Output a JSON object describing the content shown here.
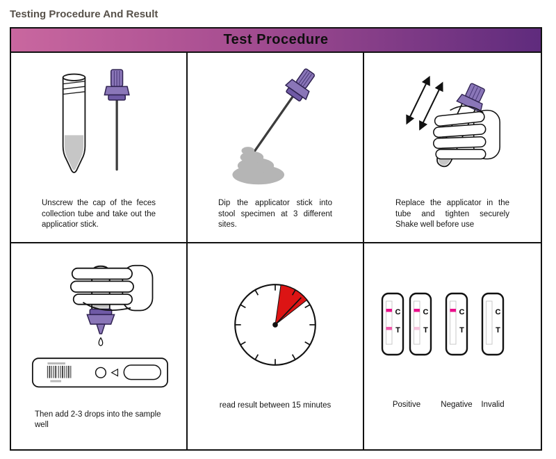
{
  "page": {
    "title": "Testing Procedure And Result"
  },
  "procedure": {
    "header": "Test Procedure",
    "steps": [
      {
        "id": "unscrew-cap",
        "caption": "Unscrew the cap of the feces collection tube and take out the applicatior stick."
      },
      {
        "id": "dip-applicator",
        "caption": "Dip the applicator stick into stool specimen at 3 different sites."
      },
      {
        "id": "replace-and-shake",
        "caption": "Replace the applicator in the tube and tighten securely Shake well before use"
      },
      {
        "id": "add-drops",
        "caption": "Then add 2-3 drops into the sample well"
      },
      {
        "id": "read-result",
        "caption": "read result between 15 minutes"
      },
      {
        "id": "interpret-result",
        "result_labels": [
          "Positive",
          "Negative",
          "Invalid"
        ]
      }
    ],
    "cassette": {
      "control_letter": "C",
      "test_letter": "T"
    }
  },
  "colors": {
    "header_gradient_left": "#c9679f",
    "header_gradient_right": "#5f2b7d",
    "cap_purple": "#8a76b8",
    "cap_purple_dark": "#2e2150",
    "specimen_gray": "#b5b5b5",
    "liquid_gray": "#c6c6c6",
    "timer_red": "#dc1414",
    "test_line_strong": "#ea0f8b",
    "test_line_medium": "#ef5caa",
    "test_line_faint": "#f6c3dd"
  }
}
